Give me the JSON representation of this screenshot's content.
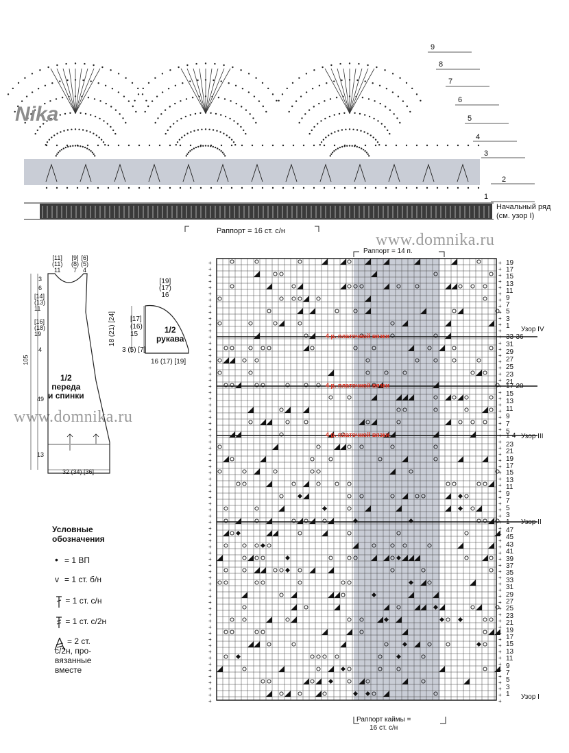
{
  "border": {
    "row_labels": [
      "9",
      "8",
      "7",
      "6",
      "5",
      "4",
      "3",
      "2",
      "1"
    ],
    "start_row": "Начальный ряд",
    "start_row_note": "(см. узор I)",
    "repeat": "Раппорт = 16 ст. с/н"
  },
  "logo": "Nika",
  "watermarks": [
    "www.domnika.ru",
    "www.domnika.ru"
  ],
  "schematic_body": {
    "top_sizes": [
      [
        "[11]",
        "(11)",
        "11"
      ],
      [
        "[9]",
        "(8)",
        "7"
      ],
      [
        "[6]",
        "(5)",
        "4"
      ]
    ],
    "left_sizes": [
      "3",
      "6",
      "[14]",
      "(13)",
      "11",
      "[16]",
      "(18)",
      "19",
      "4",
      "105",
      "49",
      "13"
    ],
    "title_line1": "1/2",
    "title_line2": "переда",
    "title_line3": "и спинки",
    "bottom_size": "32 (34) [36]"
  },
  "schematic_sleeve": {
    "top": [
      "[19]",
      "(17)",
      "16"
    ],
    "side_outer": "18 (21) [24]",
    "side_inner": [
      "[17]",
      "(16)",
      "15"
    ],
    "bottom_left": "3 (5) [7]",
    "title_line1": "1/2",
    "title_line2": "рукава",
    "bottom_size": "16 (17) [19]"
  },
  "legend": {
    "title_line1": "Условные",
    "title_line2": "обозначения",
    "items": [
      {
        "symbol": "•",
        "text": "= 1 ВП"
      },
      {
        "symbol": "v",
        "text": "= 1 ст. б/н"
      },
      {
        "symbol": "ǂ",
        "text": "= 1 ст. с/н"
      },
      {
        "symbol": "ǂ",
        "text": "= 1 ст. с/2н"
      },
      {
        "symbol": "⋀",
        "text": "= 2 ст. с/2н, провязанные вместе"
      }
    ],
    "item5_lines": [
      "= 2 ст.",
      "с/2н, про-",
      "вязанные",
      "вместе"
    ]
  },
  "chart": {
    "repeat_top": "Раппорт = 14 п.",
    "repeat_bottom_line1": "Раппорт каймы =",
    "repeat_bottom_line2": "16 ст. с/н",
    "garter_label": "4 р. платочной вязки",
    "section_labels": [
      "Узор IV",
      "Узор III",
      "Узор II",
      "Узор I"
    ],
    "sec4_rows": [
      "19",
      "17",
      "15",
      "13",
      "11",
      "9",
      "7",
      "5",
      "3",
      "1"
    ],
    "sec3_rows_a": [
      "33-36",
      "31",
      "29",
      "27",
      "25",
      "23",
      "21"
    ],
    "sec3_rows_b": [
      "17-20",
      "15",
      "13",
      "11",
      "9",
      "7",
      "5"
    ],
    "sec3_rows_c": [
      "1-4"
    ],
    "sec2_rows": [
      "23",
      "21",
      "19",
      "17",
      "15",
      "13",
      "11",
      "9",
      "7",
      "5",
      "3",
      "1"
    ],
    "sec1_rows": [
      "47",
      "45",
      "43",
      "41",
      "39",
      "37",
      "35",
      "33",
      "31",
      "29",
      "27",
      "25",
      "23",
      "21",
      "19",
      "17",
      "15",
      "13",
      "11",
      "9",
      "7",
      "5",
      "3",
      "1"
    ]
  },
  "colors": {
    "shade": "#c9cdd6",
    "grid": "#222222",
    "red": "#e0301e",
    "watermark": "#9a9a9a"
  }
}
